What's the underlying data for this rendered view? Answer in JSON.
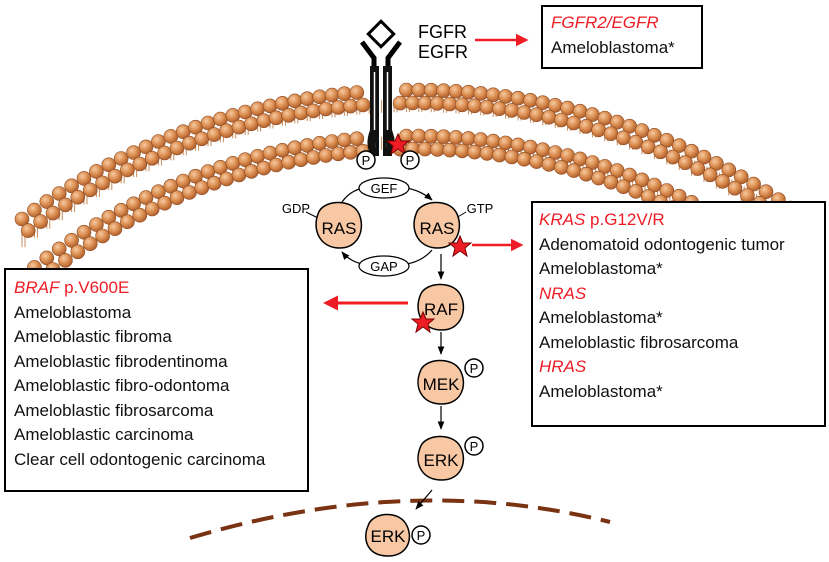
{
  "colors": {
    "mutation_text": "#ee1c25",
    "arrow": "#ee1c25",
    "protein_fill": "#f7c8a3",
    "lipid_head": "#d4874a",
    "nuclear_membrane": "#7a3312"
  },
  "receptor": {
    "label_1": "FGFR",
    "label_2": "EGFR",
    "phospho_left": "P",
    "phospho_right": "P"
  },
  "cycle": {
    "gef": "GEF",
    "gap": "GAP",
    "gdp": "GDP",
    "gtp": "GTP"
  },
  "proteins": {
    "ras_inactive": "RAS",
    "ras_active": "RAS",
    "raf": "RAF",
    "mek": "MEK",
    "mek_p": "P",
    "erk": "ERK",
    "erk_p": "P",
    "erk_nuclear": "ERK",
    "erk_nuclear_p": "P"
  },
  "boxes": {
    "receptor_box": {
      "gene": "FGFR2/EGFR",
      "tumors": [
        "Ameloblastoma*"
      ]
    },
    "ras_box": {
      "kras_gene": "KRAS",
      "kras_variant": " p.G12V/R",
      "kras_tumors": [
        "Adenomatoid odontogenic tumor",
        "Ameloblastoma*"
      ],
      "nras_gene": "NRAS",
      "nras_tumors": [
        "Ameloblastoma*",
        "Ameloblastic fibrosarcoma"
      ],
      "hras_gene": "HRAS",
      "hras_tumors": [
        "Ameloblastoma*"
      ]
    },
    "braf_box": {
      "gene": "BRAF",
      "variant": " p.V600E",
      "tumors": [
        "Ameloblastoma",
        "Ameloblastic fibroma",
        "Ameloblastic fibrodentinoma",
        "Ameloblastic fibro-odontoma",
        "Ameloblastic fibrosarcoma",
        "Ameloblastic carcinoma",
        "Clear cell odontogenic carcinoma"
      ]
    }
  }
}
